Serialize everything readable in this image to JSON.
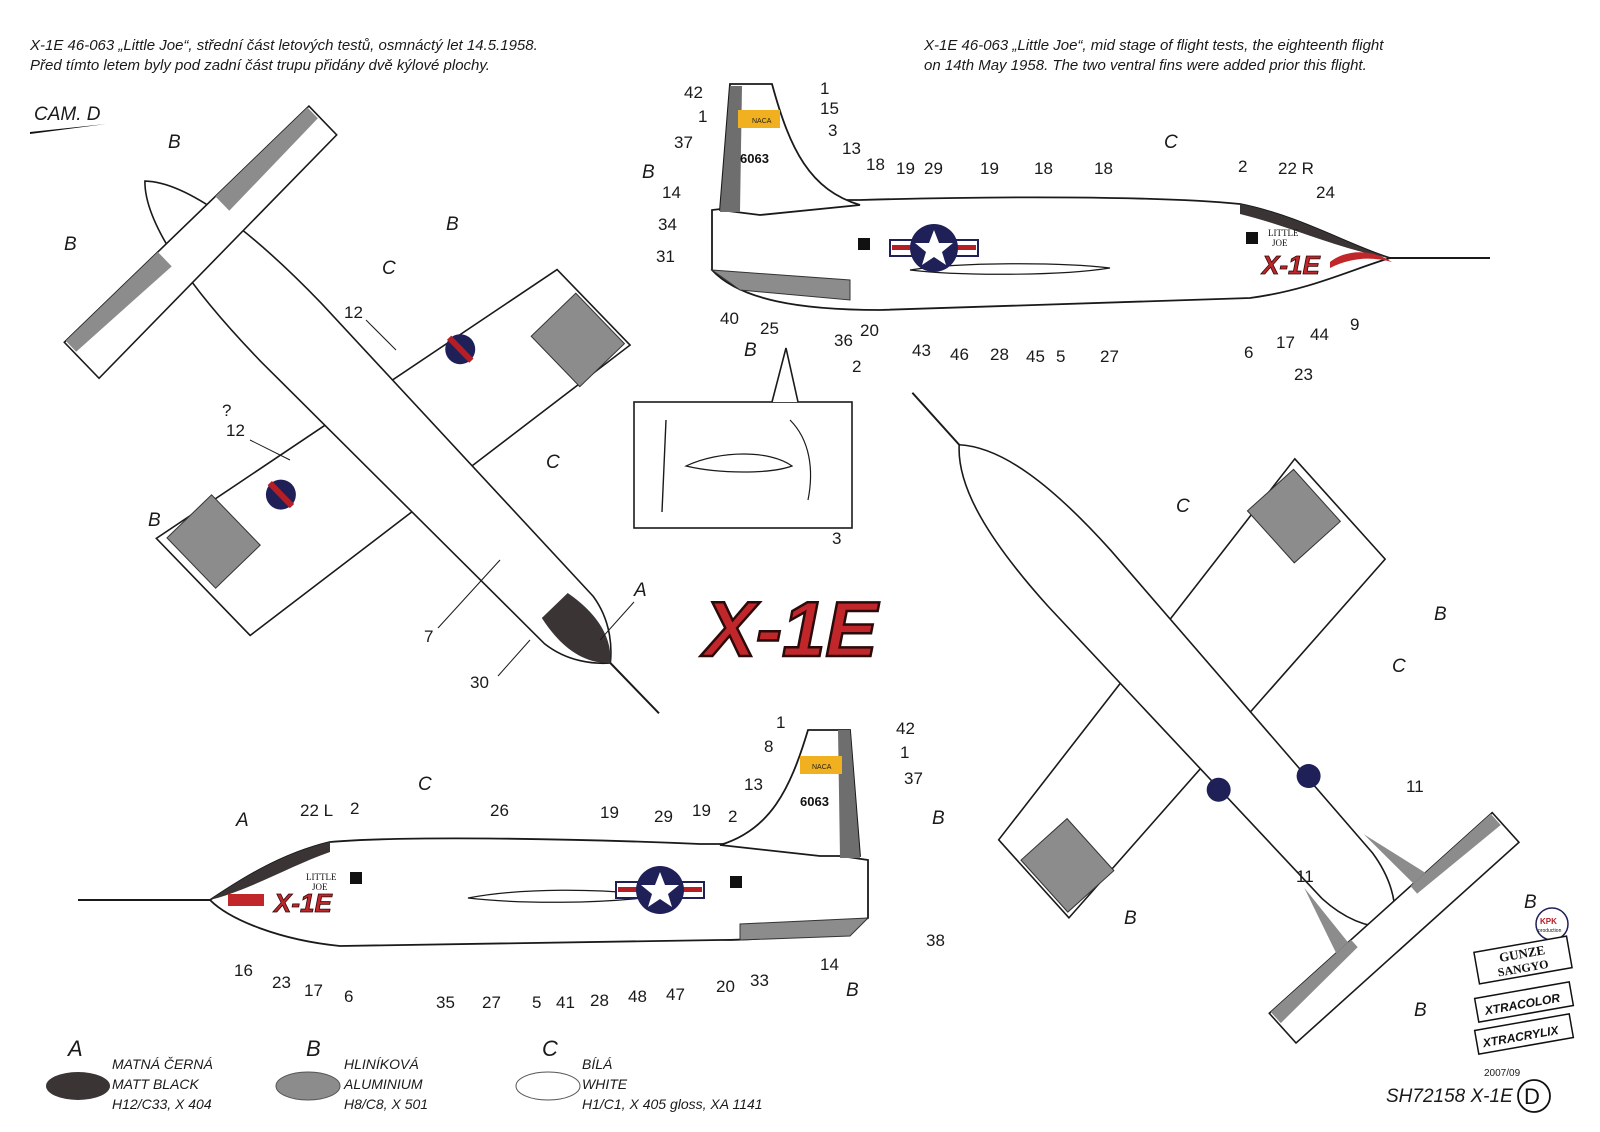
{
  "captions": {
    "cz_line1": "X-1E 46-063 „Little Joe“, střední část letových testů, osmnáctý let 14.5.1958.",
    "cz_line2": "Před tímto letem byly pod zadní část trupu přidány dvě kýlové plochy.",
    "en_line1": "X-1E 46-063 „Little Joe“, mid stage of flight tests, the eighteenth flight",
    "en_line2": "on 14th May 1958. The two ventral fins were added prior this flight."
  },
  "scheme": "CAM. D",
  "aircraft": {
    "serial": "6063",
    "fin_badge": "NACA",
    "nickname_1": "LITTLE",
    "nickname_2": "JOE",
    "logo": "X-1E"
  },
  "colors": {
    "A": "#3a3434",
    "B": "#8c8c8c",
    "C": "#ffffff",
    "naca_band": "#f0b020",
    "insignia_blue": "#1f2058",
    "insignia_red": "#b41e24",
    "logo_red": "#c0262a"
  },
  "labels": {
    "color_A": "A",
    "color_B": "B",
    "color_C": "C",
    "n1": "1",
    "n2": "2",
    "n3": "3",
    "n5": "5",
    "n6": "6",
    "n7": "7",
    "n8": "8",
    "n9": "9",
    "n11": "11",
    "n12": "12",
    "n13": "13",
    "n14": "14",
    "n15": "15",
    "n16": "16",
    "n17": "17",
    "n18": "18",
    "n19": "19",
    "n20": "20",
    "n22L": "22 L",
    "n22R": "22 R",
    "n23": "23",
    "n24": "24",
    "n25": "25",
    "n26": "26",
    "n27": "27",
    "n28": "28",
    "n29": "29",
    "n30": "30",
    "n31": "31",
    "n33": "33",
    "n34": "34",
    "n35": "35",
    "n36": "36",
    "n37": "37",
    "n38": "38",
    "n40": "40",
    "n41": "41",
    "n42": "42",
    "n43": "43",
    "n44": "44",
    "n45": "45",
    "n46": "46",
    "n47": "47",
    "n48": "48",
    "question": "?"
  },
  "legend": [
    {
      "letter": "A",
      "cz": "MATNÁ ČERNÁ",
      "en": "MATT BLACK",
      "codes": "H12/C33, X 404"
    },
    {
      "letter": "B",
      "cz": "HLINÍKOVÁ",
      "en": "ALUMINIUM",
      "codes": "H8/C8, X 501"
    },
    {
      "letter": "C",
      "cz": "BÍLÁ",
      "en": "WHITE",
      "codes": "H1/C1, X 405 gloss, XA 1141"
    }
  ],
  "brands": {
    "kpk_1": "KPK",
    "kpk_2": "production",
    "gunze_1": "GUNZE",
    "gunze_2": "SANGYO",
    "xtracolor": "XTRACOLOR",
    "xtracrylix": "XTRACRYLIX"
  },
  "footer": {
    "date": "2007/09",
    "sheet": "SH72158 X-1E",
    "page_letter": "D"
  }
}
